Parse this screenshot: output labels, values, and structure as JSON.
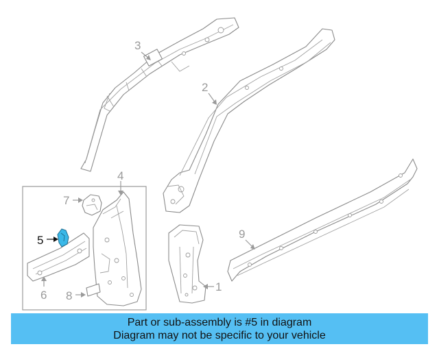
{
  "callouts": {
    "c1": "1",
    "c2": "2",
    "c3": "3",
    "c4": "4",
    "c5": "5",
    "c6": "6",
    "c7": "7",
    "c8": "8",
    "c9": "9"
  },
  "highlighted_part": "5",
  "colors": {
    "banner": "#55bff3",
    "highlight": "#3ab8e8",
    "line_art": "#8a8a8a"
  },
  "caption": {
    "line1": "Part or sub-assembly is #5 in diagram",
    "line2": "Diagram may not be specific to your vehicle"
  }
}
